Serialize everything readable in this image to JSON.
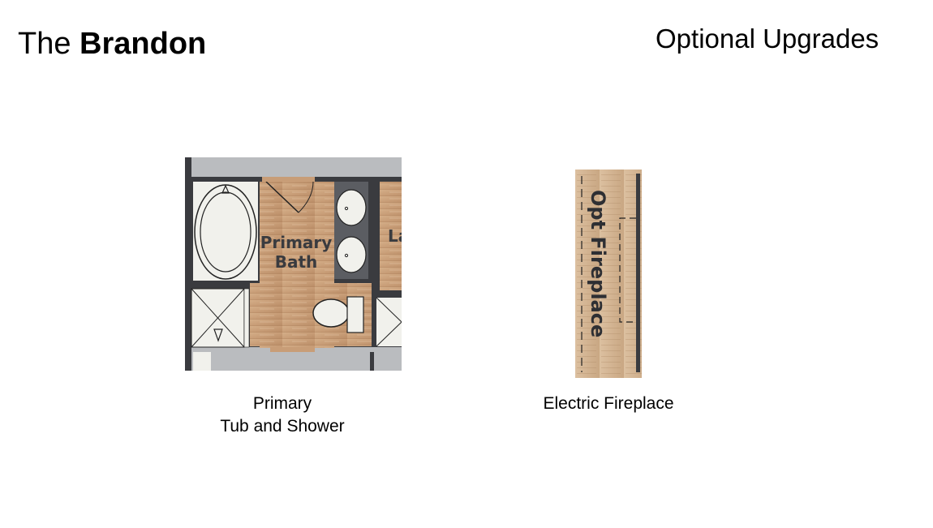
{
  "header": {
    "title_prefix": "The",
    "title_name": "Brandon",
    "section_title": "Optional Upgrades"
  },
  "upgrades": [
    {
      "plan_label_line1": "Primary",
      "plan_label_line2": "Bath",
      "partial_label": "La",
      "caption_line1": "Primary",
      "caption_line2": "Tub and Shower"
    },
    {
      "plan_label": "Opt Fireplace",
      "caption_line1": "Electric Fireplace"
    }
  ],
  "colors": {
    "wall": "#3a3b3f",
    "floor_wood": "#c9a07a",
    "floor_wood_light": "#dcc0a0",
    "tile": "#f1f1ec",
    "counter": "#5b5d62",
    "exterior_gray": "#b9bbbe"
  }
}
